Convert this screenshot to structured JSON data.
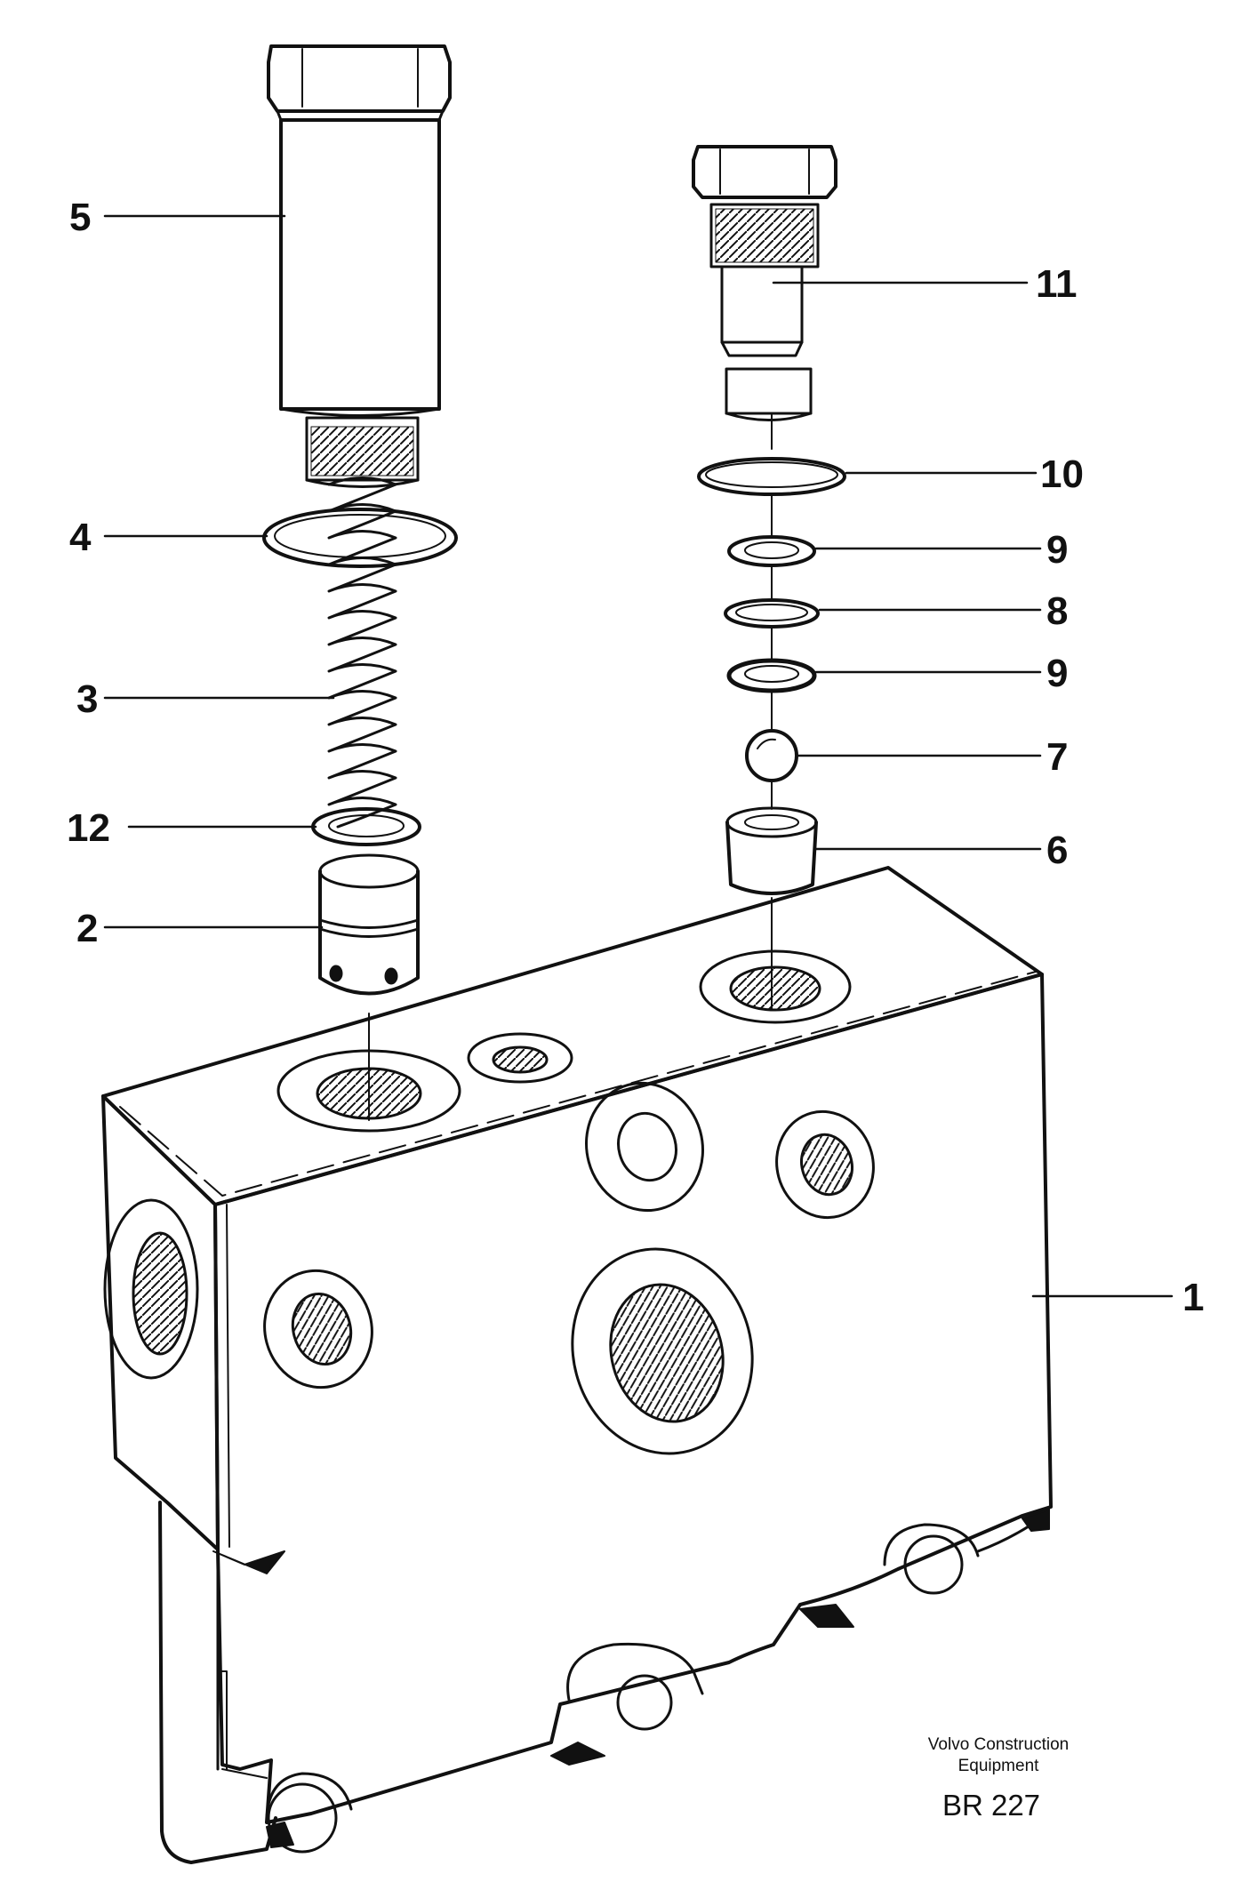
{
  "callouts": {
    "c1": "1",
    "c2": "2",
    "c3": "3",
    "c4": "4",
    "c5": "5",
    "c6": "6",
    "c7": "7",
    "c8": "8",
    "c9a": "9",
    "c9b": "9",
    "c10": "10",
    "c11": "11",
    "c12": "12"
  },
  "footer": {
    "credit_line1": "Volvo Construction",
    "credit_line2": "Equipment",
    "drawing_code": "BR 227"
  }
}
